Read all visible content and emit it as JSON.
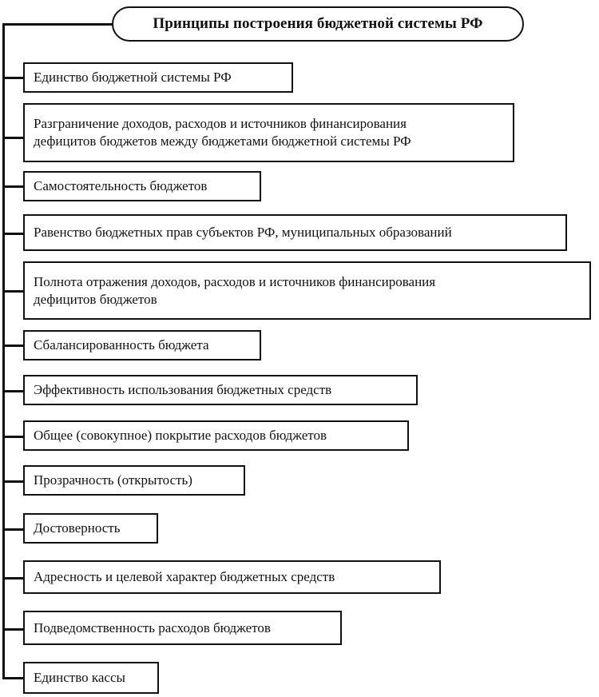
{
  "diagram": {
    "type": "hierarchy-tree",
    "orientation": "vertical-trunk-left",
    "title": {
      "label": "Принципы построения бюджетной системы РФ",
      "shape": "rounded-rectangle",
      "bold": true
    },
    "style": {
      "background_color": "#ffffff",
      "line_color": "#111111",
      "text_color": "#111111",
      "box_fill": "#ffffff"
    },
    "nodes": [
      {
        "label": "Единство бюджетной системы РФ"
      },
      {
        "label": "Разграничение доходов, расходов и источников финансирования\nдефицитов бюджетов между бюджетами бюджетной системы РФ"
      },
      {
        "label": "Самостоятельность бюджетов"
      },
      {
        "label": "Равенство бюджетных прав субъектов РФ, муниципальных образований"
      },
      {
        "label": "Полнота отражения доходов, расходов и источников финансирования\nдефицитов бюджетов"
      },
      {
        "label": "Сбалансированность бюджета"
      },
      {
        "label": "Эффективность использования бюджетных средств"
      },
      {
        "label": "Общее (совокупное) покрытие расходов бюджетов"
      },
      {
        "label": "Прозрачность (открытость)"
      },
      {
        "label": "Достоверность"
      },
      {
        "label": "Адресность и целевой характер бюджетных средств"
      },
      {
        "label": "Подведомственность расходов бюджетов"
      },
      {
        "label": "Единство кассы"
      }
    ]
  }
}
